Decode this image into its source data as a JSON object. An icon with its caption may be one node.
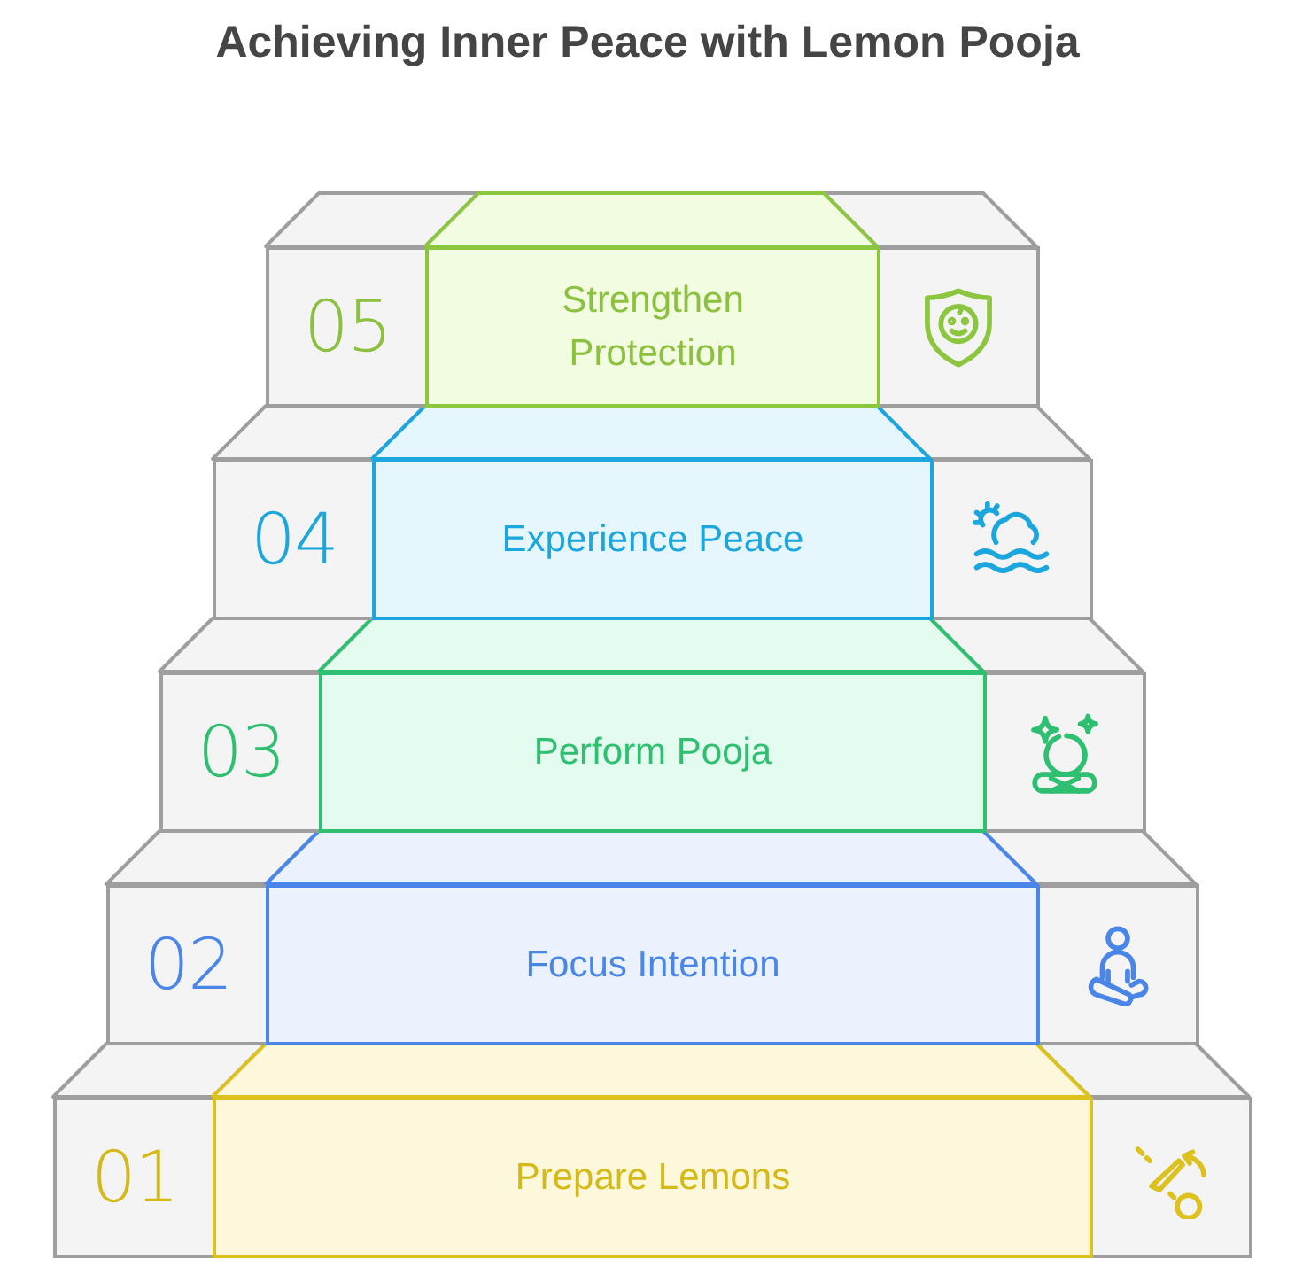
{
  "diagram": {
    "title": "Achieving Inner Peace with Lemon Pooja",
    "nodes": [
      {
        "text": [
          "05"
        ]
      },
      {
        "text": [
          "Strengthen Protection"
        ]
      },
      {
        "text": [],
        "shape": "box"
      },
      {
        "text": [
          "04"
        ]
      },
      {
        "text": [
          "Experience Peace"
        ]
      },
      {
        "text": [],
        "shape": "box"
      },
      {
        "text": [
          "03"
        ]
      },
      {
        "text": [
          "Perform Pooja"
        ]
      },
      {
        "text": [],
        "shape": "box"
      },
      {
        "text": [
          "02"
        ]
      },
      {
        "text": [
          "Focus Intention"
        ]
      },
      {
        "text": [],
        "shape": "box"
      },
      {
        "text": [
          "01"
        ]
      },
      {
        "text": [
          "Prepare Lemons"
        ]
      },
      {
        "text": [],
        "shape": "box"
      }
    ]
  }
}
